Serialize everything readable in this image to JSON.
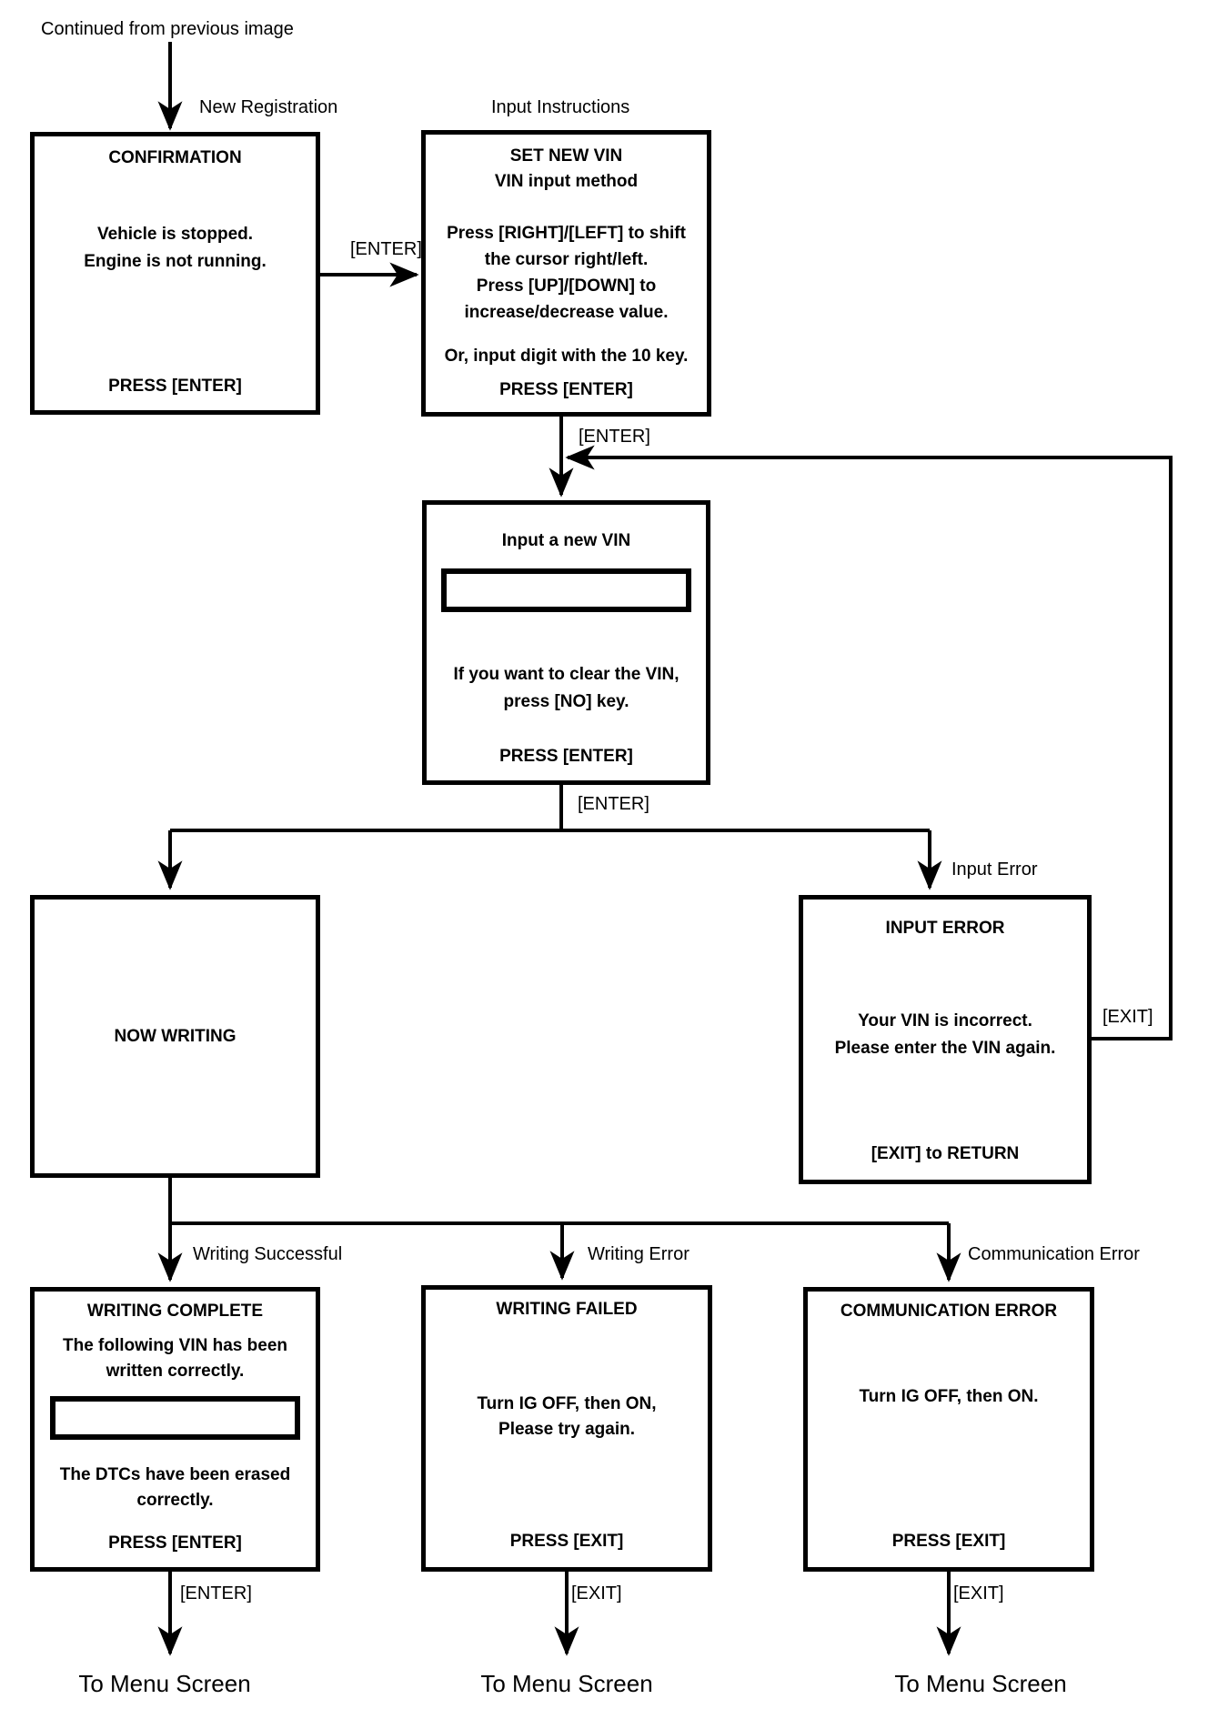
{
  "page": {
    "continued_from": "Continued from previous image"
  },
  "colors": {
    "line": "#000000",
    "background": "#ffffff",
    "text": "#000000"
  },
  "edge_labels": {
    "new_registration": "New Registration",
    "input_instructions": "Input Instructions",
    "enter_to_instructions": "[ENTER]",
    "enter_to_input_vin": "[ENTER]",
    "enter_after_input": "[ENTER]",
    "input_error": "Input Error",
    "exit_return_loop": "[EXIT]",
    "writing_successful": "Writing Successful",
    "writing_error": "Writing Error",
    "communication_error": "Communication Error",
    "enter_to_menu": "[ENTER]",
    "exit_to_menu_mid": "[EXIT]",
    "exit_to_menu_right": "[EXIT]",
    "to_menu_left": "To Menu Screen",
    "to_menu_mid": "To Menu Screen",
    "to_menu_right": "To Menu Screen"
  },
  "boxes": {
    "confirmation": {
      "title": "CONFIRMATION",
      "line1": "Vehicle is stopped.",
      "line2": "Engine is not running.",
      "footer": "PRESS [ENTER]"
    },
    "set_new_vin": {
      "title": "SET NEW VIN",
      "subtitle": "VIN input method",
      "line1": "Press [RIGHT]/[LEFT] to shift",
      "line2": "the cursor right/left.",
      "line3": "Press [UP]/[DOWN] to",
      "line4": "increase/decrease value.",
      "note": "Or, input digit with the 10 key.",
      "footer": "PRESS [ENTER]"
    },
    "input_new_vin": {
      "title": "Input a new VIN",
      "vin_field_value": "",
      "line1": "If you want to clear the VIN,",
      "line2": "press [NO] key.",
      "footer": "PRESS [ENTER]"
    },
    "now_writing": {
      "title": "NOW WRITING"
    },
    "input_error": {
      "title": "INPUT ERROR",
      "line1": "Your VIN is incorrect.",
      "line2": "Please enter the VIN again.",
      "footer": "[EXIT] to RETURN"
    },
    "writing_complete": {
      "title": "WRITING COMPLETE",
      "line1": "The following VIN has been",
      "line2": "written correctly.",
      "vin_field_value": "",
      "line3": "The DTCs have been erased",
      "line4": "correctly.",
      "footer": "PRESS [ENTER]"
    },
    "writing_failed": {
      "title": "WRITING FAILED",
      "line1": "Turn IG OFF, then ON,",
      "line2": "Please try again.",
      "footer": "PRESS [EXIT]"
    },
    "communication_error": {
      "title": "COMMUNICATION ERROR",
      "line1": "Turn IG OFF, then ON.",
      "footer": "PRESS [EXIT]"
    }
  }
}
